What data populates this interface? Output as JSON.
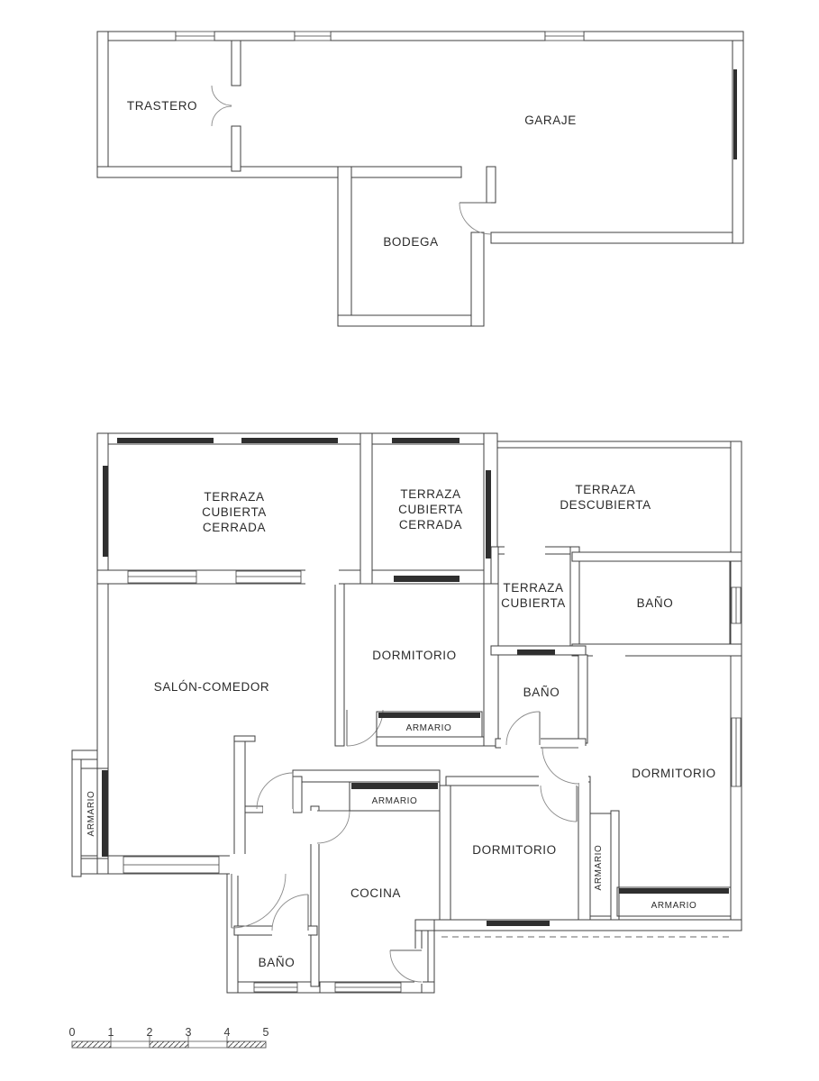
{
  "colors": {
    "background": "#ffffff",
    "wall_line": "#3f3f3f",
    "text": "#2b2b2b",
    "window_dark": "#2f2f2f"
  },
  "upper_plan": {
    "trastero": "TRASTERO",
    "garaje": "GARAJE",
    "bodega": "BODEGA"
  },
  "lower_plan": {
    "terraza_cc_left": [
      "TERRAZA",
      "CUBIERTA",
      "CERRADA"
    ],
    "terraza_cc_mid": [
      "TERRAZA",
      "CUBIERTA",
      "CERRADA"
    ],
    "terraza_descubierta": [
      "TERRAZA",
      "DESCUBIERTA"
    ],
    "terraza_cubierta": [
      "TERRAZA",
      "CUBIERTA"
    ],
    "salon": "SALÓN-COMEDOR",
    "dormitorio_top": "DORMITORIO",
    "dormitorio_right": "DORMITORIO",
    "dormitorio_bottom": "DORMITORIO",
    "cocina": "COCINA",
    "bano_top_right": "BAÑO",
    "bano_center": "BAÑO",
    "bano_bottom": "BAÑO",
    "armario_salon": "ARMARIO",
    "armario_dormitorio_top": "ARMARIO",
    "armario_cocina": "ARMARIO",
    "armario_pasillo": "ARMARIO",
    "armario_dormitorio_right": "ARMARIO"
  },
  "scale_bar": {
    "labels": [
      "0",
      "1",
      "2",
      "3",
      "4",
      "5"
    ]
  }
}
